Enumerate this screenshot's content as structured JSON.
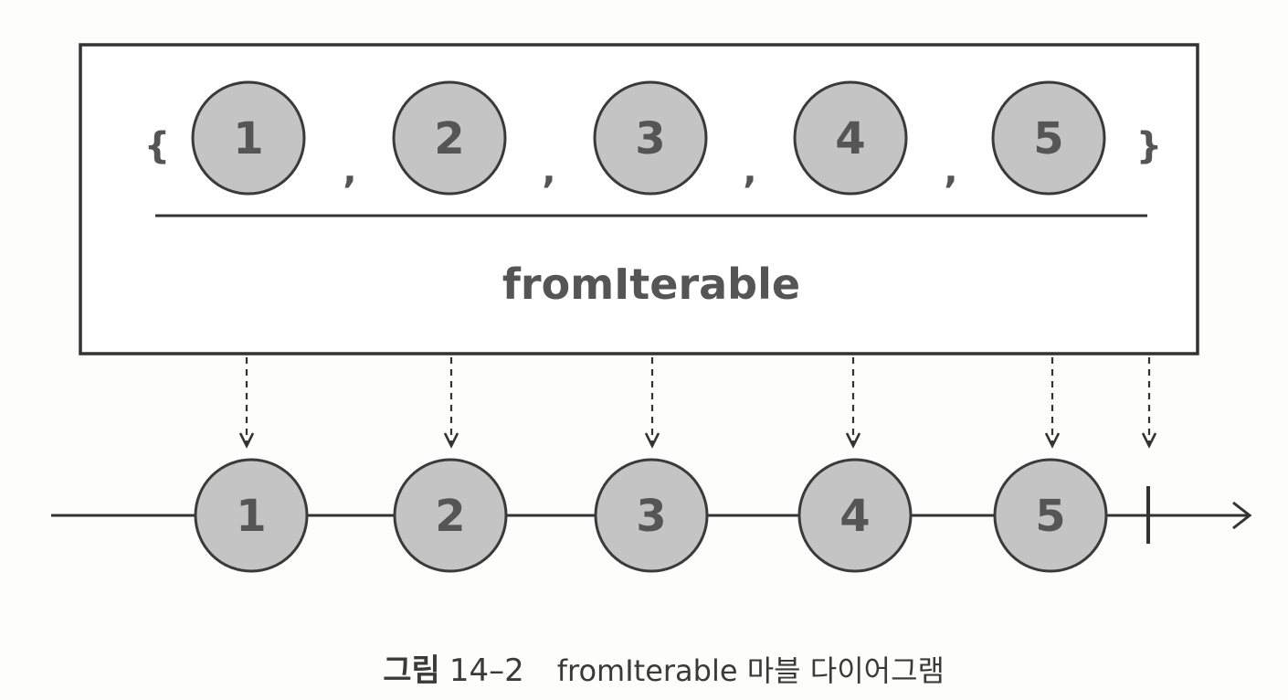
{
  "operator": {
    "name": "fromIterable",
    "open_brace": "{",
    "close_brace": "}",
    "separator": ","
  },
  "input_items": [
    "1",
    "2",
    "3",
    "4",
    "5"
  ],
  "output_items": [
    "1",
    "2",
    "3",
    "4",
    "5"
  ],
  "timeline": {
    "completion": true
  },
  "colors": {
    "marble_fill": "#c4c4c4",
    "marble_stroke": "#3a3a3a",
    "line": "#333333",
    "label": "#555555"
  },
  "caption": {
    "label": "그림",
    "number": "14–2",
    "text": "fromIterable 마블 다이어그램"
  }
}
